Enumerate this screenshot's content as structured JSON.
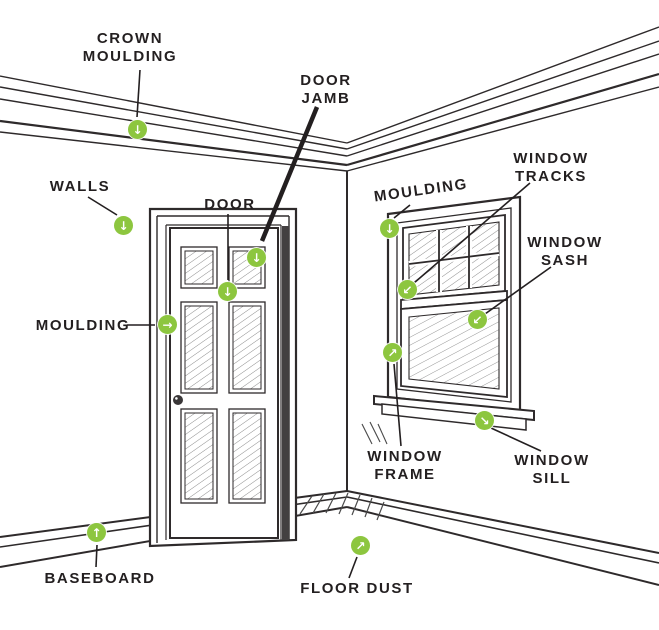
{
  "diagram": {
    "type": "labeled-room-anatomy-diagram",
    "background": "#ffffff"
  },
  "colors": {
    "ink": "#2e2a2b",
    "marker_green": "#8dc63f",
    "arrow_white": "#ffffff"
  },
  "labels": {
    "crown_moulding": "CROWN MOULDING",
    "door_jamb": "DOOR JAMB",
    "walls": "WALLS",
    "door": "DOOR",
    "moulding_left": "MOULDING",
    "moulding_right": "MOULDING",
    "window_tracks": "WINDOW TRACKS",
    "window_sash": "WINDOW SASH",
    "window_frame": "WINDOW FRAME",
    "window_sill": "WINDOW SILL",
    "baseboard": "BASEBOARD",
    "floor_dust": "FLOOR DUST"
  },
  "markers": {
    "crown_moulding": {
      "arrow": "↓"
    },
    "walls": {
      "arrow": "↓"
    },
    "door": {
      "arrow": "↓"
    },
    "door_jamb": {
      "arrow": "↓"
    },
    "moulding_left": {
      "arrow": "→"
    },
    "moulding_right": {
      "arrow": "↓"
    },
    "window_tracks": {
      "arrow": "↙"
    },
    "window_sash": {
      "arrow": "↙"
    },
    "window_frame": {
      "arrow": "↗"
    },
    "window_sill": {
      "arrow": "↘"
    },
    "baseboard": {
      "arrow": "↑"
    },
    "floor_dust": {
      "arrow": "↗"
    }
  }
}
